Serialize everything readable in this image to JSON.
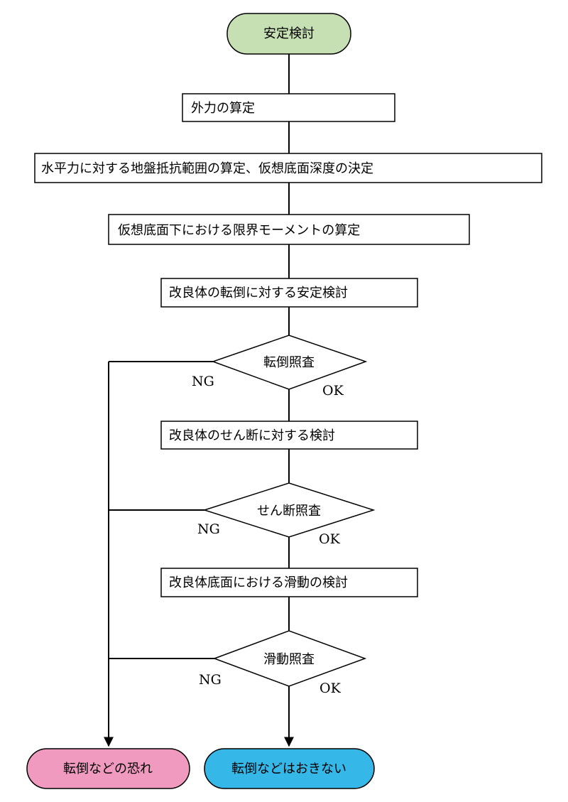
{
  "start": {
    "label": "安定検討",
    "color": "#c6e0b4"
  },
  "steps": [
    "外力の算定",
    "水平力に対する地盤抵抗範囲の算定、仮想底面深度の決定",
    "仮想底面下における限界モーメントの算定",
    "改良体の転倒に対する安定検討",
    "改良体のせん断に対する検討",
    "改良体底面における滑動の検討"
  ],
  "decisions": [
    {
      "label": "転倒照査",
      "ng": "NG",
      "ok": "OK"
    },
    {
      "label": "せん断照査",
      "ng": "NG",
      "ok": "OK"
    },
    {
      "label": "滑動照査",
      "ng": "NG",
      "ok": "OK"
    }
  ],
  "end_fail": {
    "label": "転倒などの恐れ",
    "color": "#f09ac0"
  },
  "end_ok": {
    "label": "転倒などはおきない",
    "color": "#35b7e8"
  }
}
